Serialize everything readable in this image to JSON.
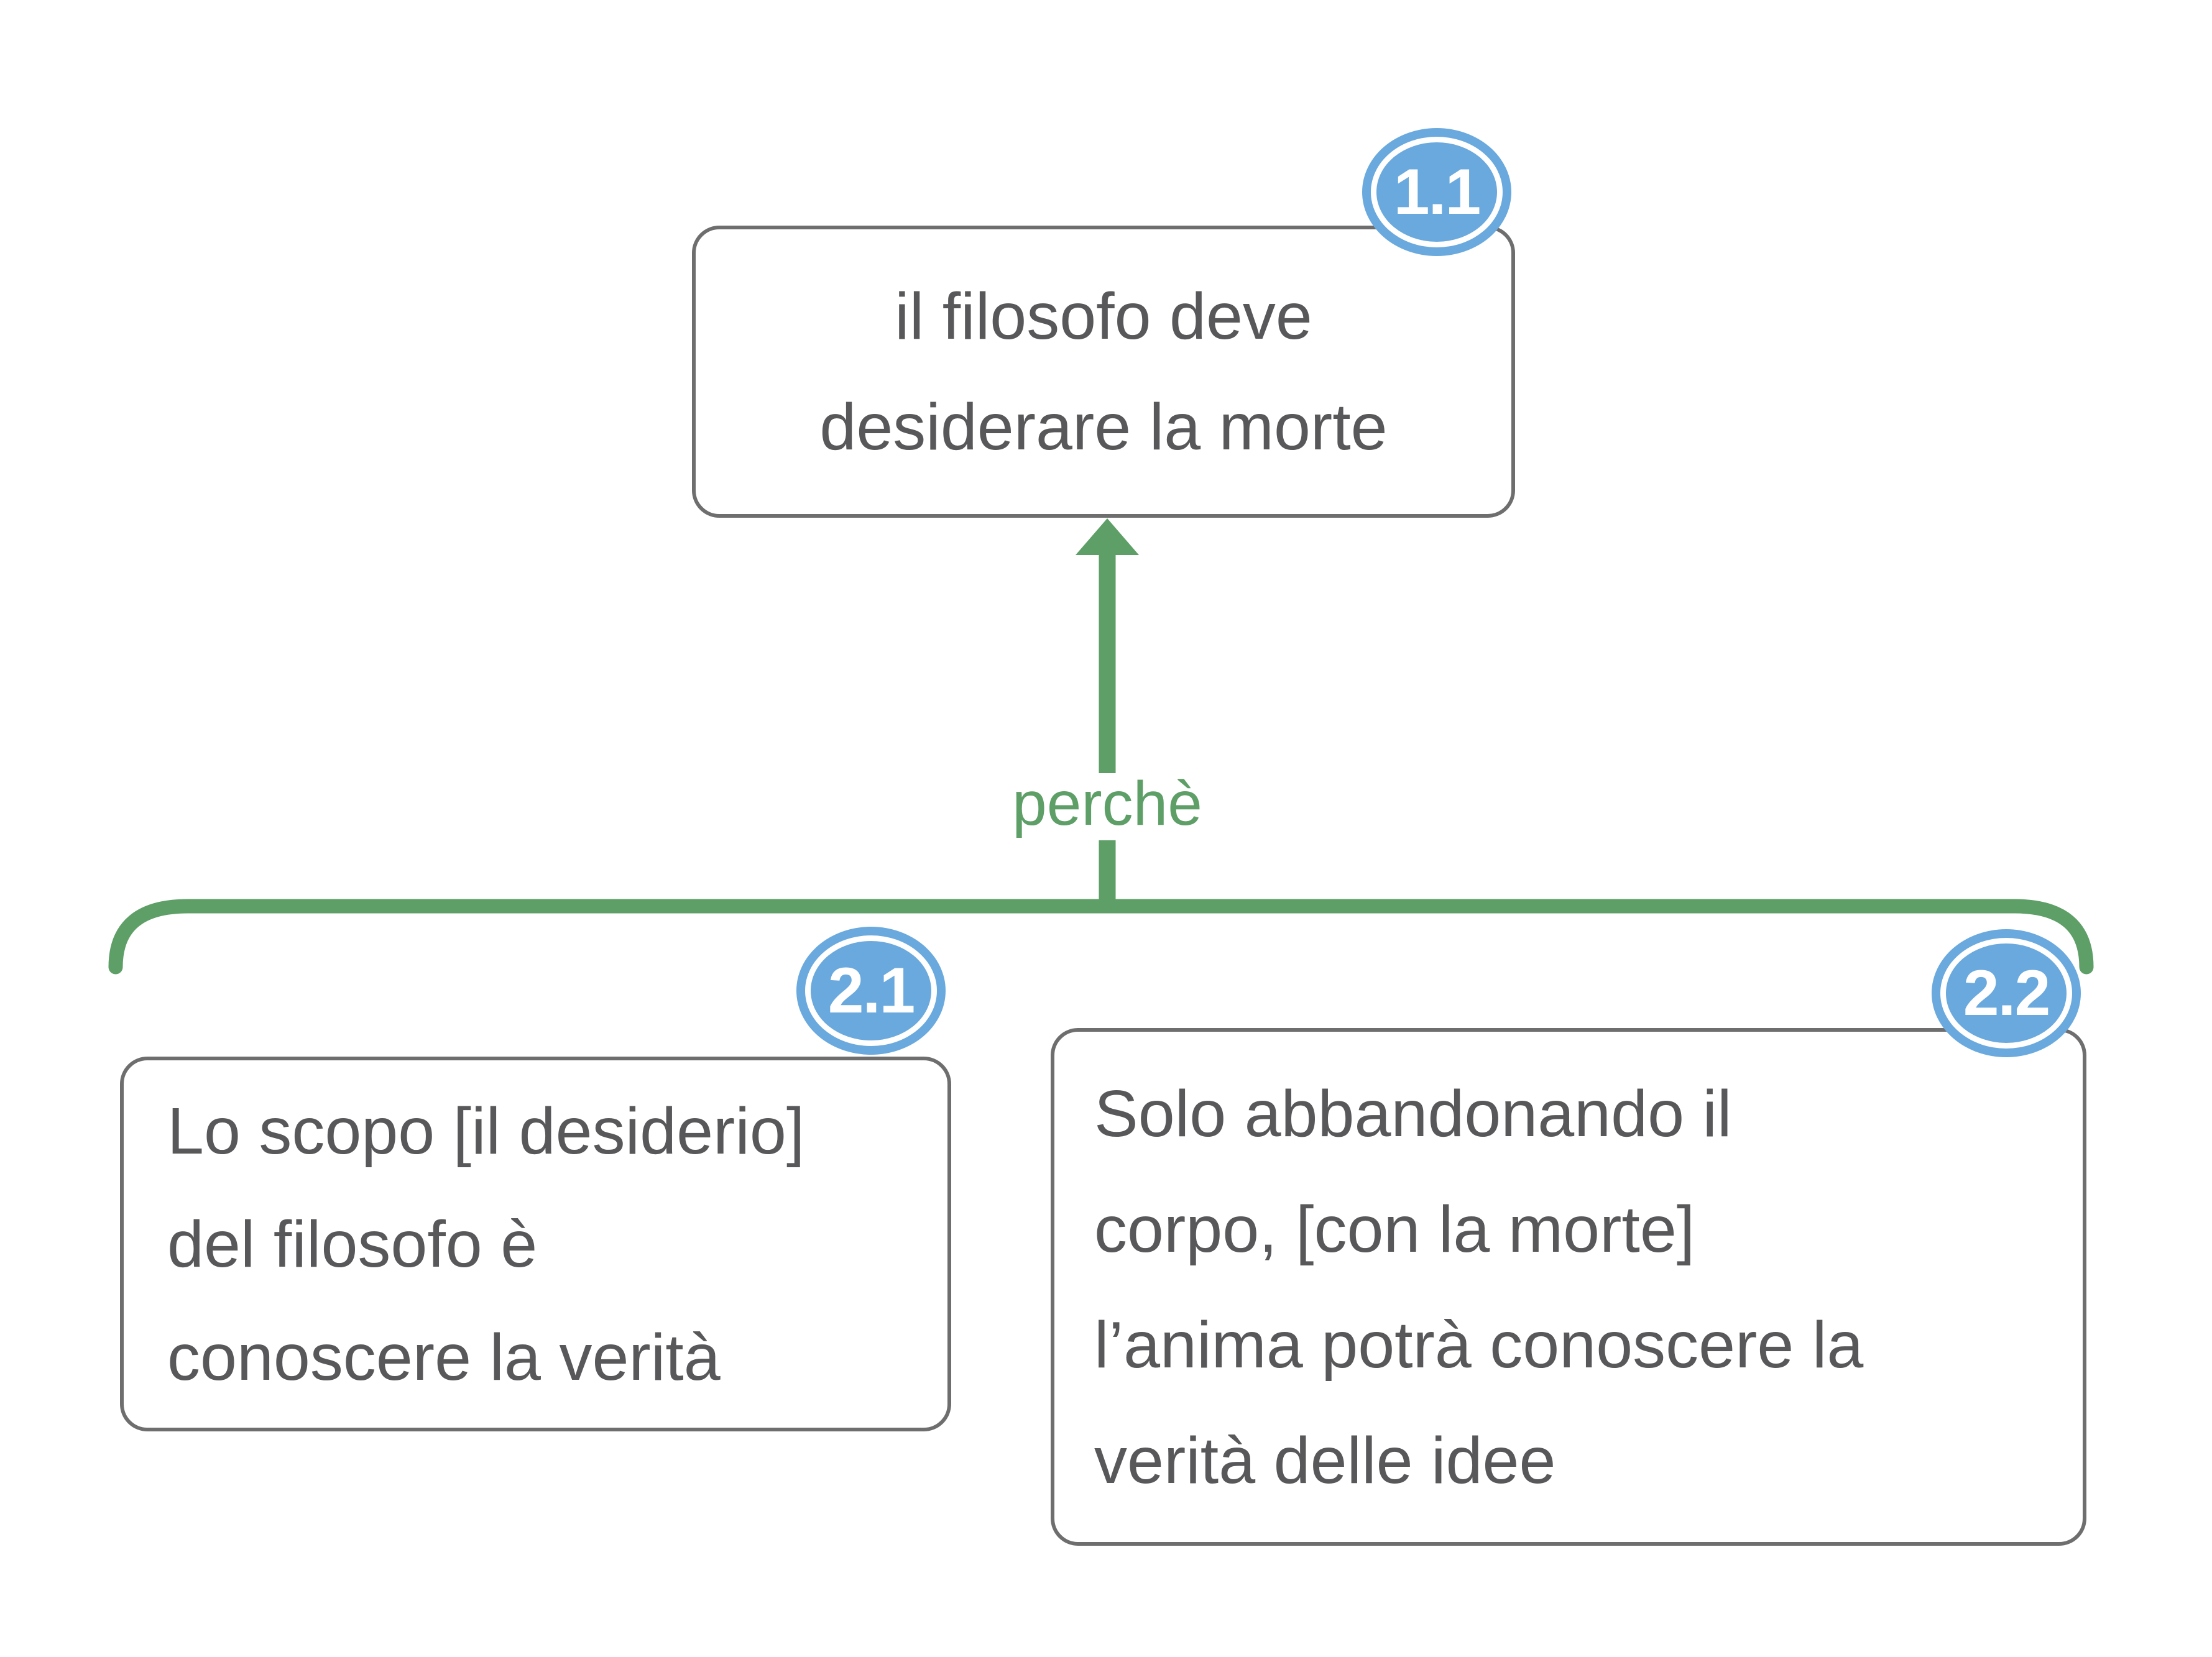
{
  "diagram": {
    "colors": {
      "connector_green": "#5d9f66",
      "badge_blue": "#6aa9dd",
      "box_border_gray": "#6e6e6e",
      "box_text_gray": "#58585a",
      "background": "#ffffff"
    },
    "relation": {
      "label": "perchè"
    },
    "nodes": {
      "claim": {
        "badge": "1.1",
        "lines": [
          "il filosofo deve",
          "desiderare la morte"
        ]
      },
      "reason1": {
        "badge": "2.1",
        "lines": [
          "Lo scopo [il desiderio]",
          "del filosofo è",
          "conoscere la verità"
        ]
      },
      "reason2": {
        "badge": "2.2",
        "lines": [
          "Solo abbandonando il",
          "corpo, [con la morte]",
          "l’anima potrà conoscere la",
          "verità delle idee"
        ]
      }
    }
  }
}
